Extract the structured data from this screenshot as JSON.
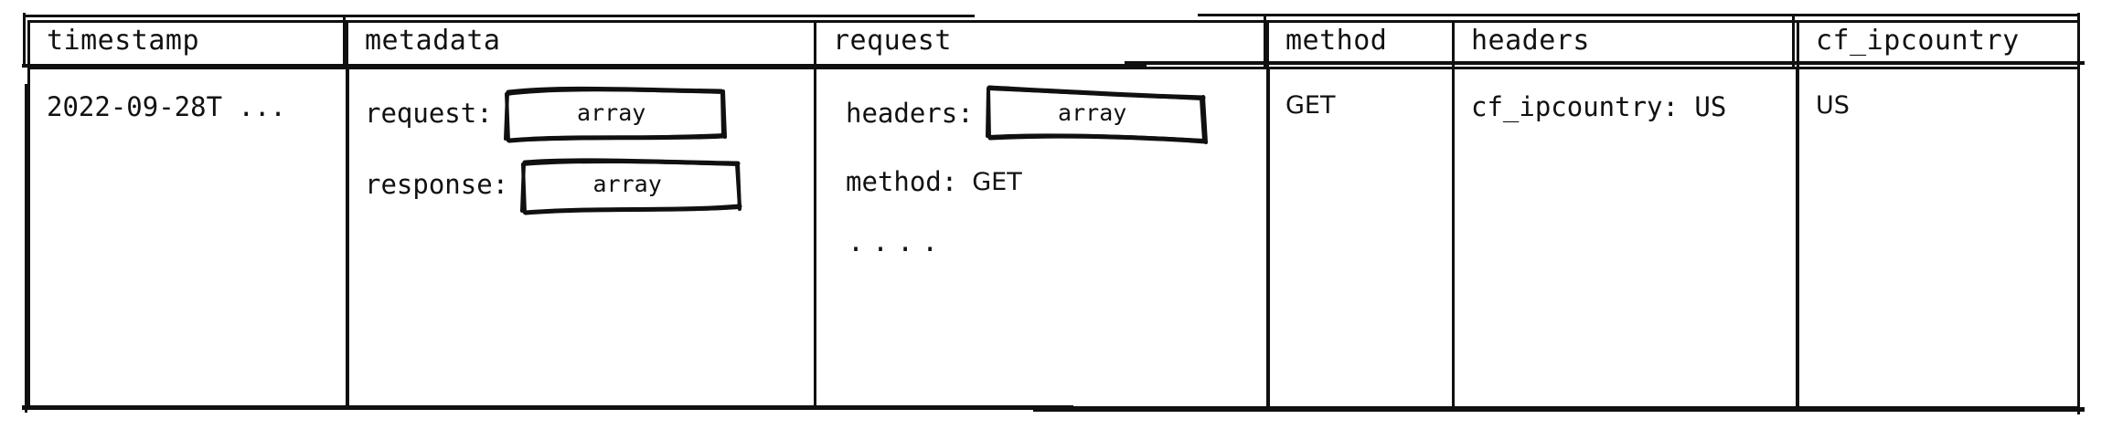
{
  "table": {
    "columns": [
      {
        "key": "timestamp",
        "label": "timestamp"
      },
      {
        "key": "metadata",
        "label": "metadata"
      },
      {
        "key": "request",
        "label": "request"
      },
      {
        "key": "method",
        "label": "method"
      },
      {
        "key": "headers",
        "label": "headers"
      },
      {
        "key": "cf_ipcountry",
        "label": "cf_ipcountry"
      }
    ],
    "rows": [
      {
        "timestamp": {
          "value": "2022-09-28T ..."
        },
        "metadata": {
          "fields": [
            {
              "key": "request:",
              "type": "chip",
              "chip_label": "array"
            },
            {
              "key": "response:",
              "type": "chip",
              "chip_label": "array"
            }
          ]
        },
        "request": {
          "fields": [
            {
              "key": "headers:",
              "type": "chip",
              "chip_label": "array"
            },
            {
              "key": "method:",
              "type": "value",
              "value": "GET"
            }
          ],
          "truncation": "...."
        },
        "method": {
          "value": "GET"
        },
        "headers": {
          "value": "cf_ipcountry: US"
        },
        "cf_ipcountry": {
          "value": "US"
        }
      }
    ]
  },
  "style": {
    "stroke": "#101010",
    "background": "#ffffff",
    "chip_fill": "#ffffff"
  }
}
